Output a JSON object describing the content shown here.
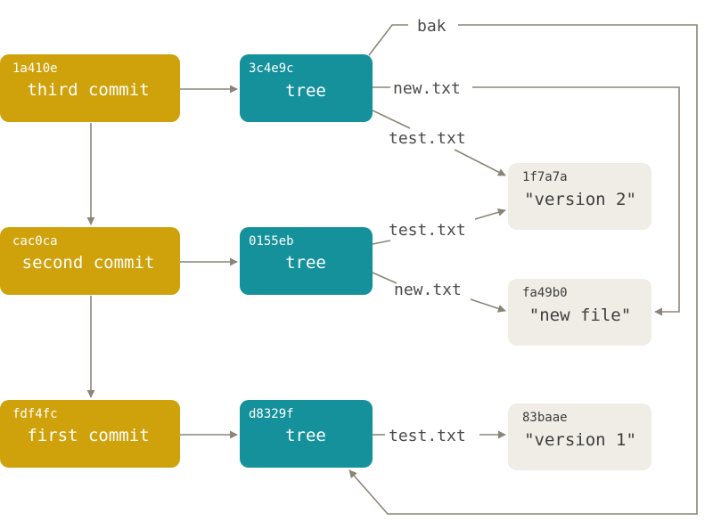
{
  "colors": {
    "commit": "#cfa10a",
    "tree": "#14919b",
    "blob": "#efede6",
    "line": "#8a8577",
    "blob_text": "#3d3d3d"
  },
  "nodes": {
    "commit_third": {
      "hash": "1a410e",
      "label": "third commit"
    },
    "commit_second": {
      "hash": "cac0ca",
      "label": "second commit"
    },
    "commit_first": {
      "hash": "fdf4fc",
      "label": "first commit"
    },
    "tree_3c4e9c": {
      "hash": "3c4e9c",
      "label": "tree"
    },
    "tree_0155eb": {
      "hash": "0155eb",
      "label": "tree"
    },
    "tree_d8329f": {
      "hash": "d8329f",
      "label": "tree"
    },
    "blob_1f7a7a": {
      "hash": "1f7a7a",
      "label": "\"version 2\""
    },
    "blob_fa49b0": {
      "hash": "fa49b0",
      "label": "\"new file\""
    },
    "blob_83baae": {
      "hash": "83baae",
      "label": "\"version 1\""
    }
  },
  "edge_labels": {
    "bak": "bak",
    "third_new": "new.txt",
    "third_test": "test.txt",
    "second_test": "test.txt",
    "second_new": "new.txt",
    "first_test": "test.txt"
  }
}
